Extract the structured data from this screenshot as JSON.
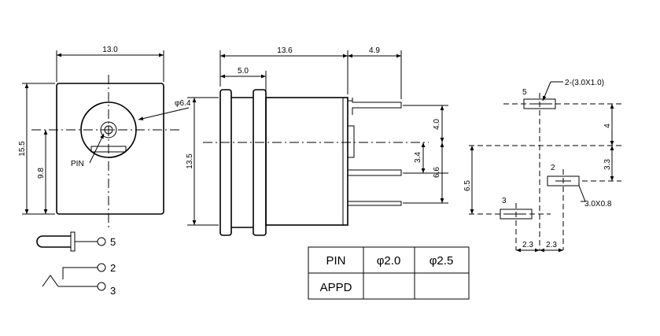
{
  "front_view": {
    "width": "13.0",
    "height": "15.5",
    "pin_height": "9.8",
    "hole_diameter": "φ6.4",
    "pin_label": "PIN"
  },
  "side_view": {
    "length": "13.6",
    "flange": "5.0",
    "pin_ext": "4.9",
    "height": "13.5",
    "pin_spacing_top": "4.0",
    "pin_offset": "3.4",
    "pin_spacing_bottom": "6.6"
  },
  "pcb_layout": {
    "pad_5_label": "5",
    "pad_2_label": "2",
    "pad_3_label": "3",
    "top_slot": "2-(3.0X1.0)",
    "bottom_slot": "3.0X0.8",
    "v_4": "4",
    "v_33": "3.3",
    "v_65": "6.5",
    "h_23a": "2.3",
    "h_23b": "2.3"
  },
  "schematic": {
    "terminal_5": "5",
    "terminal_2": "2",
    "terminal_3": "3"
  },
  "table": {
    "header": [
      "PIN",
      "φ2.0",
      "φ2.5"
    ],
    "row": [
      "APPD",
      "",
      ""
    ]
  }
}
